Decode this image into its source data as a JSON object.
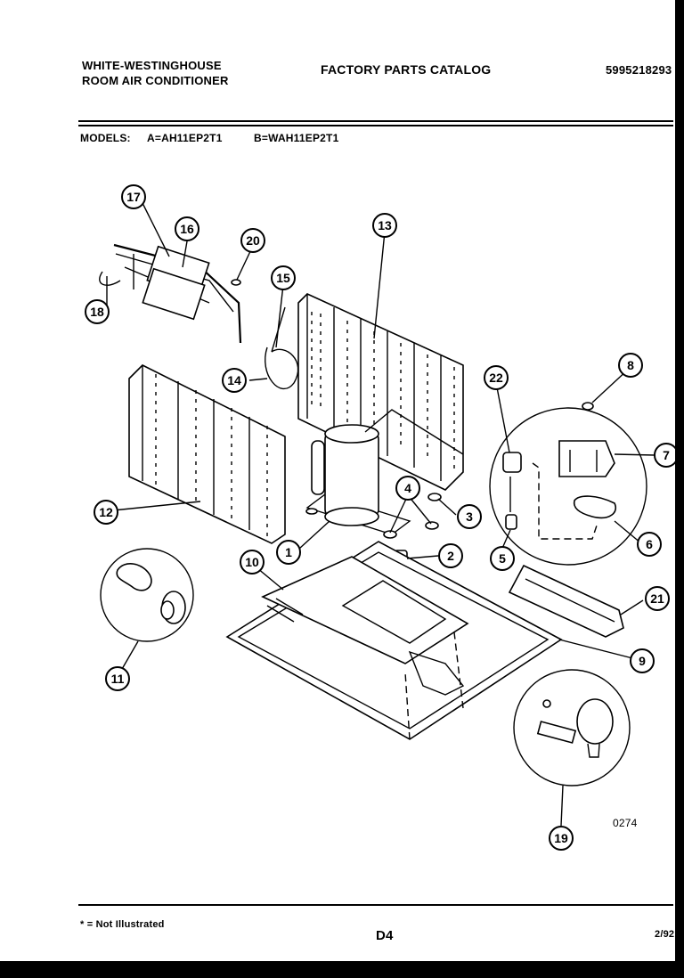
{
  "header": {
    "brand_line1": "WHITE-WESTINGHOUSE",
    "brand_line2": "ROOM AIR CONDITIONER",
    "catalog_title": "FACTORY PARTS CATALOG",
    "catalog_number": "5995218293",
    "models_label": "MODELS:",
    "model_a": "A=AH11EP2T1",
    "model_b": "B=WAH11EP2T1"
  },
  "diagram": {
    "figure_code": "0274",
    "callouts": [
      "1",
      "2",
      "3",
      "4",
      "5",
      "6",
      "7",
      "8",
      "9",
      "10",
      "11",
      "12",
      "13",
      "14",
      "15",
      "16",
      "17",
      "18",
      "19",
      "20",
      "21",
      "22"
    ]
  },
  "footer": {
    "note": "* = Not Illustrated",
    "page": "D4",
    "date": "2/92"
  }
}
